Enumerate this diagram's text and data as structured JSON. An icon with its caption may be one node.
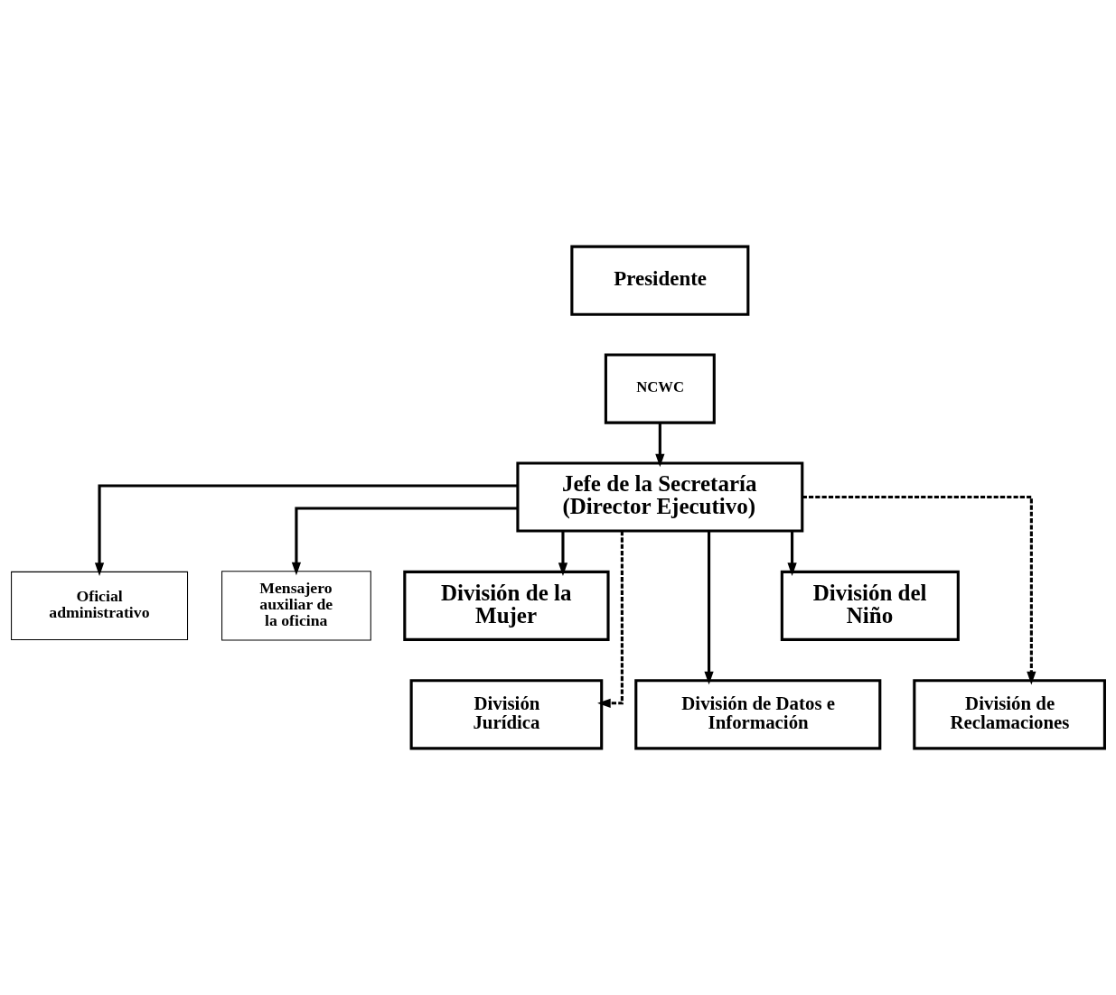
{
  "diagram": {
    "nodes": [
      {
        "text": [
          "Presidente"
        ]
      },
      {
        "text": [
          "NCWC"
        ]
      },
      {
        "text": [
          "Jefe de la Secretaría (Director Ejecutivo)"
        ]
      },
      {
        "text": [
          "Oficial administrativo"
        ]
      },
      {
        "text": [
          "Mensajero auxiliar de la oficina"
        ]
      },
      {
        "text": [
          "División de la Mujer"
        ]
      },
      {
        "text": [
          "División del Niño"
        ]
      },
      {
        "text": [
          "División Jurídica"
        ]
      },
      {
        "text": [
          "División de Datos e Información"
        ]
      },
      {
        "text": [
          "División de Reclamaciones"
        ]
      }
    ],
    "edges": [
      {
        "from": 1,
        "to": 2,
        "arrow": "to"
      },
      {
        "from": 2,
        "to": 3,
        "arrow": "to"
      },
      {
        "from": 2,
        "to": 4,
        "arrow": "to"
      },
      {
        "from": 2,
        "to": 5,
        "arrow": "to"
      },
      {
        "from": 2,
        "to": 6,
        "arrow": "to"
      },
      {
        "from": 2,
        "to": 8,
        "arrow": "to"
      },
      {
        "from": 2,
        "to": 7,
        "arrow": "to",
        "style": "dashed"
      },
      {
        "from": 2,
        "to": 9,
        "arrow": "to",
        "style": "dashed"
      }
    ]
  }
}
